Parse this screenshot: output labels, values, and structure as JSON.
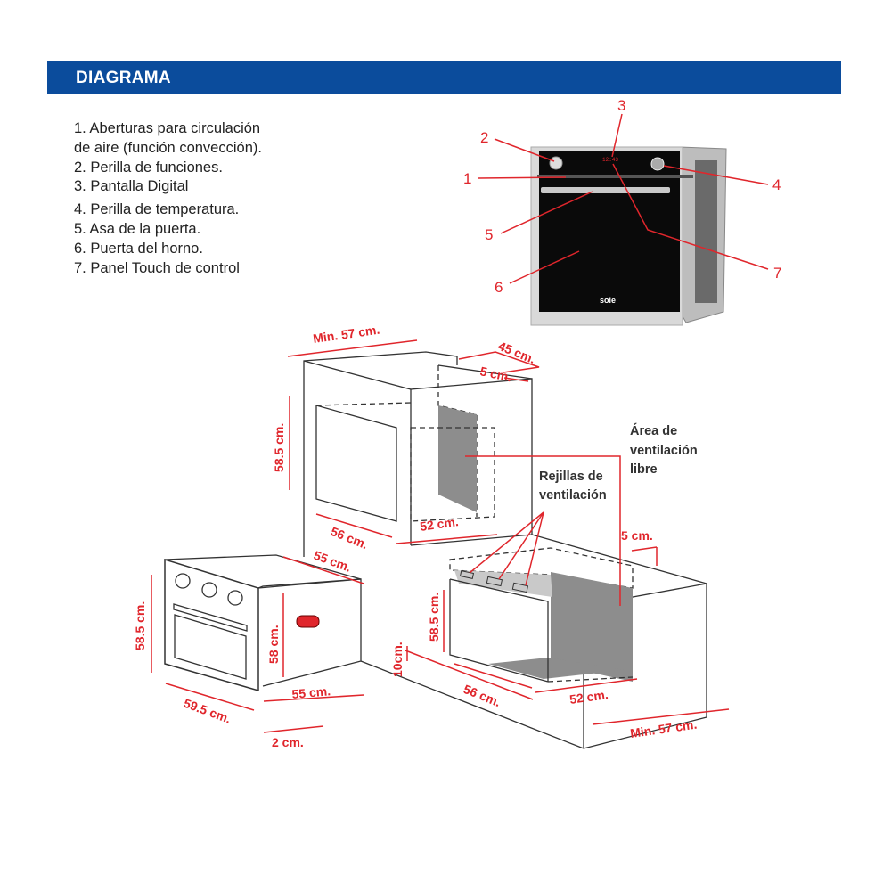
{
  "header": {
    "title": "DIAGRAMA",
    "color": "#0b4c9c"
  },
  "legend": [
    "1. Aberturas para circulación",
    "de aire (función convección).",
    "2. Perilla de funciones.",
    "3. Pantalla Digital",
    "4. Perilla de temperatura.",
    "5. Asa de la puerta.",
    "6. Puerta del horno.",
    "7. Panel Touch de control"
  ],
  "photo": {
    "brand": "sole",
    "display": "12:43",
    "callouts": [
      "1",
      "2",
      "3",
      "4",
      "5",
      "6",
      "7"
    ]
  },
  "dimensions": {
    "top_width": "Min. 57 cm.",
    "depth_45": "45 cm.",
    "gap_5_top": "5 cm.",
    "upper_height": "58.5 cm.",
    "upper_56": "56 cm.",
    "upper_52": "52 cm.",
    "oven_depth_55": "55 cm.",
    "oven_height": "58.5 cm.",
    "oven_body_58": "58 cm.",
    "oven_body_55": "55 cm.",
    "oven_width": "59.5 cm.",
    "oven_front_2": "2 cm.",
    "lower_height": "58.5 cm.",
    "lower_10": "10cm.",
    "lower_56": "56 cm.",
    "lower_52": "52 cm.",
    "bottom_width": "Min. 57 cm.",
    "gap_5_right": "5 cm."
  },
  "labels": {
    "area_1": "Área de",
    "area_2": "ventilación",
    "area_3": "libre",
    "rejillas_1": "Rejillas de",
    "rejillas_2": "ventilación"
  },
  "colors": {
    "accent_red": "#e0262c"
  }
}
